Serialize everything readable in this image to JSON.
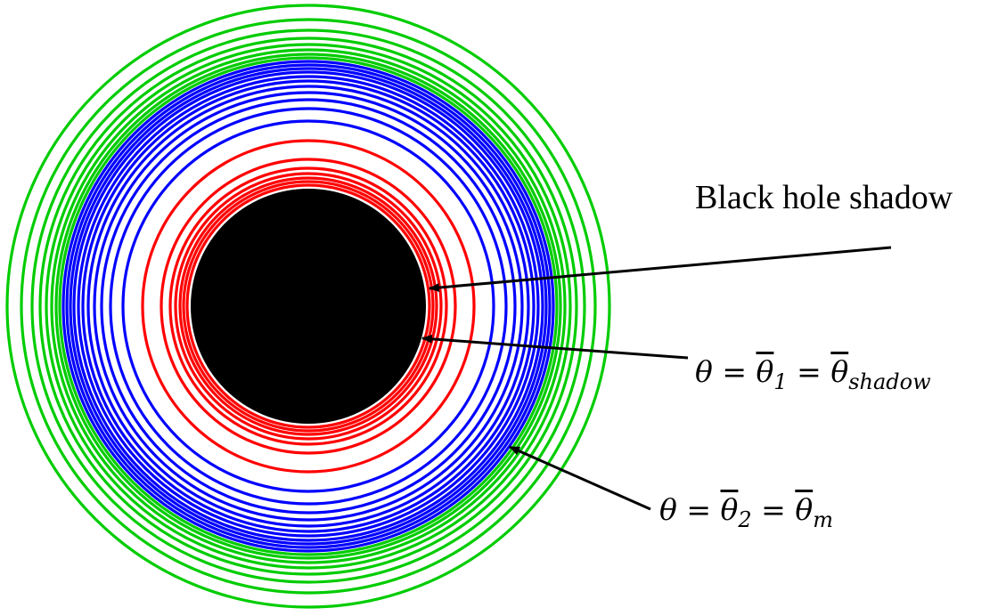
{
  "colors": {
    "shadow_disk": "#000000",
    "inner_rings": "#ff0000",
    "middle_rings": "#0000ff",
    "outer_rings": "#00cc00",
    "arrows": "#000000"
  },
  "labels": {
    "shadow": "Black hole shadow",
    "theta1": {
      "lhs": "θ",
      "eq": " = ",
      "mid": "θ",
      "mid_sub": "1",
      "rhs": "θ",
      "rhs_sub": "shadow"
    },
    "theta2": {
      "lhs": "θ",
      "eq": " = ",
      "mid": "θ",
      "mid_sub": "2",
      "rhs": "θ",
      "rhs_sub": "m"
    }
  }
}
